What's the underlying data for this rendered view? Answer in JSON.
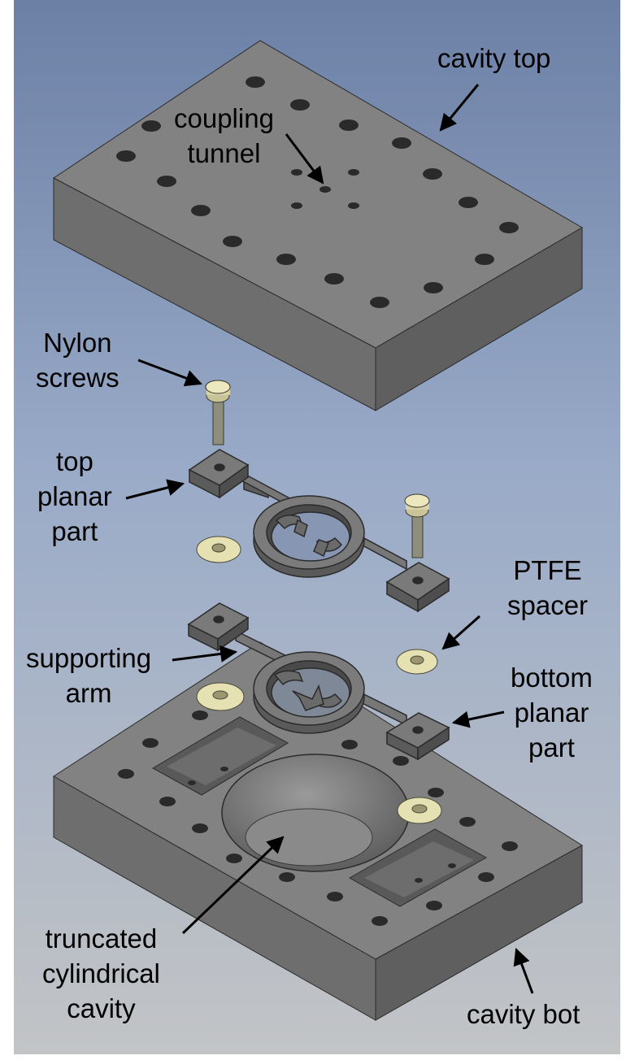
{
  "labels": {
    "cavity_top": [
      "cavity top"
    ],
    "coupling_tunnel": [
      "coupling",
      "tunnel"
    ],
    "nylon_screws": [
      "Nylon",
      "screws"
    ],
    "top_planar_part": [
      "top",
      "planar",
      "part"
    ],
    "ptfe_spacer": [
      "PTFE",
      "spacer"
    ],
    "supporting_arm": [
      "supporting",
      "arm"
    ],
    "bottom_planar_part": [
      "bottom",
      "planar",
      "part"
    ],
    "truncated_cylindrical_cavity": [
      "truncated",
      "cylindrical",
      "cavity"
    ],
    "cavity_bot": [
      "cavity bot"
    ]
  },
  "colors": {
    "background_top": "#6c80a6",
    "background_mid": "#9aabc8",
    "background_bottom": "#c2c4c6",
    "block_top_face": "#828282",
    "block_front_face": "#6e6e6e",
    "block_side_face": "#5f5f5f",
    "planar_part": "#6f6f6f",
    "ptfe": "#e8e3b4",
    "hole": "#2a2a2a"
  }
}
